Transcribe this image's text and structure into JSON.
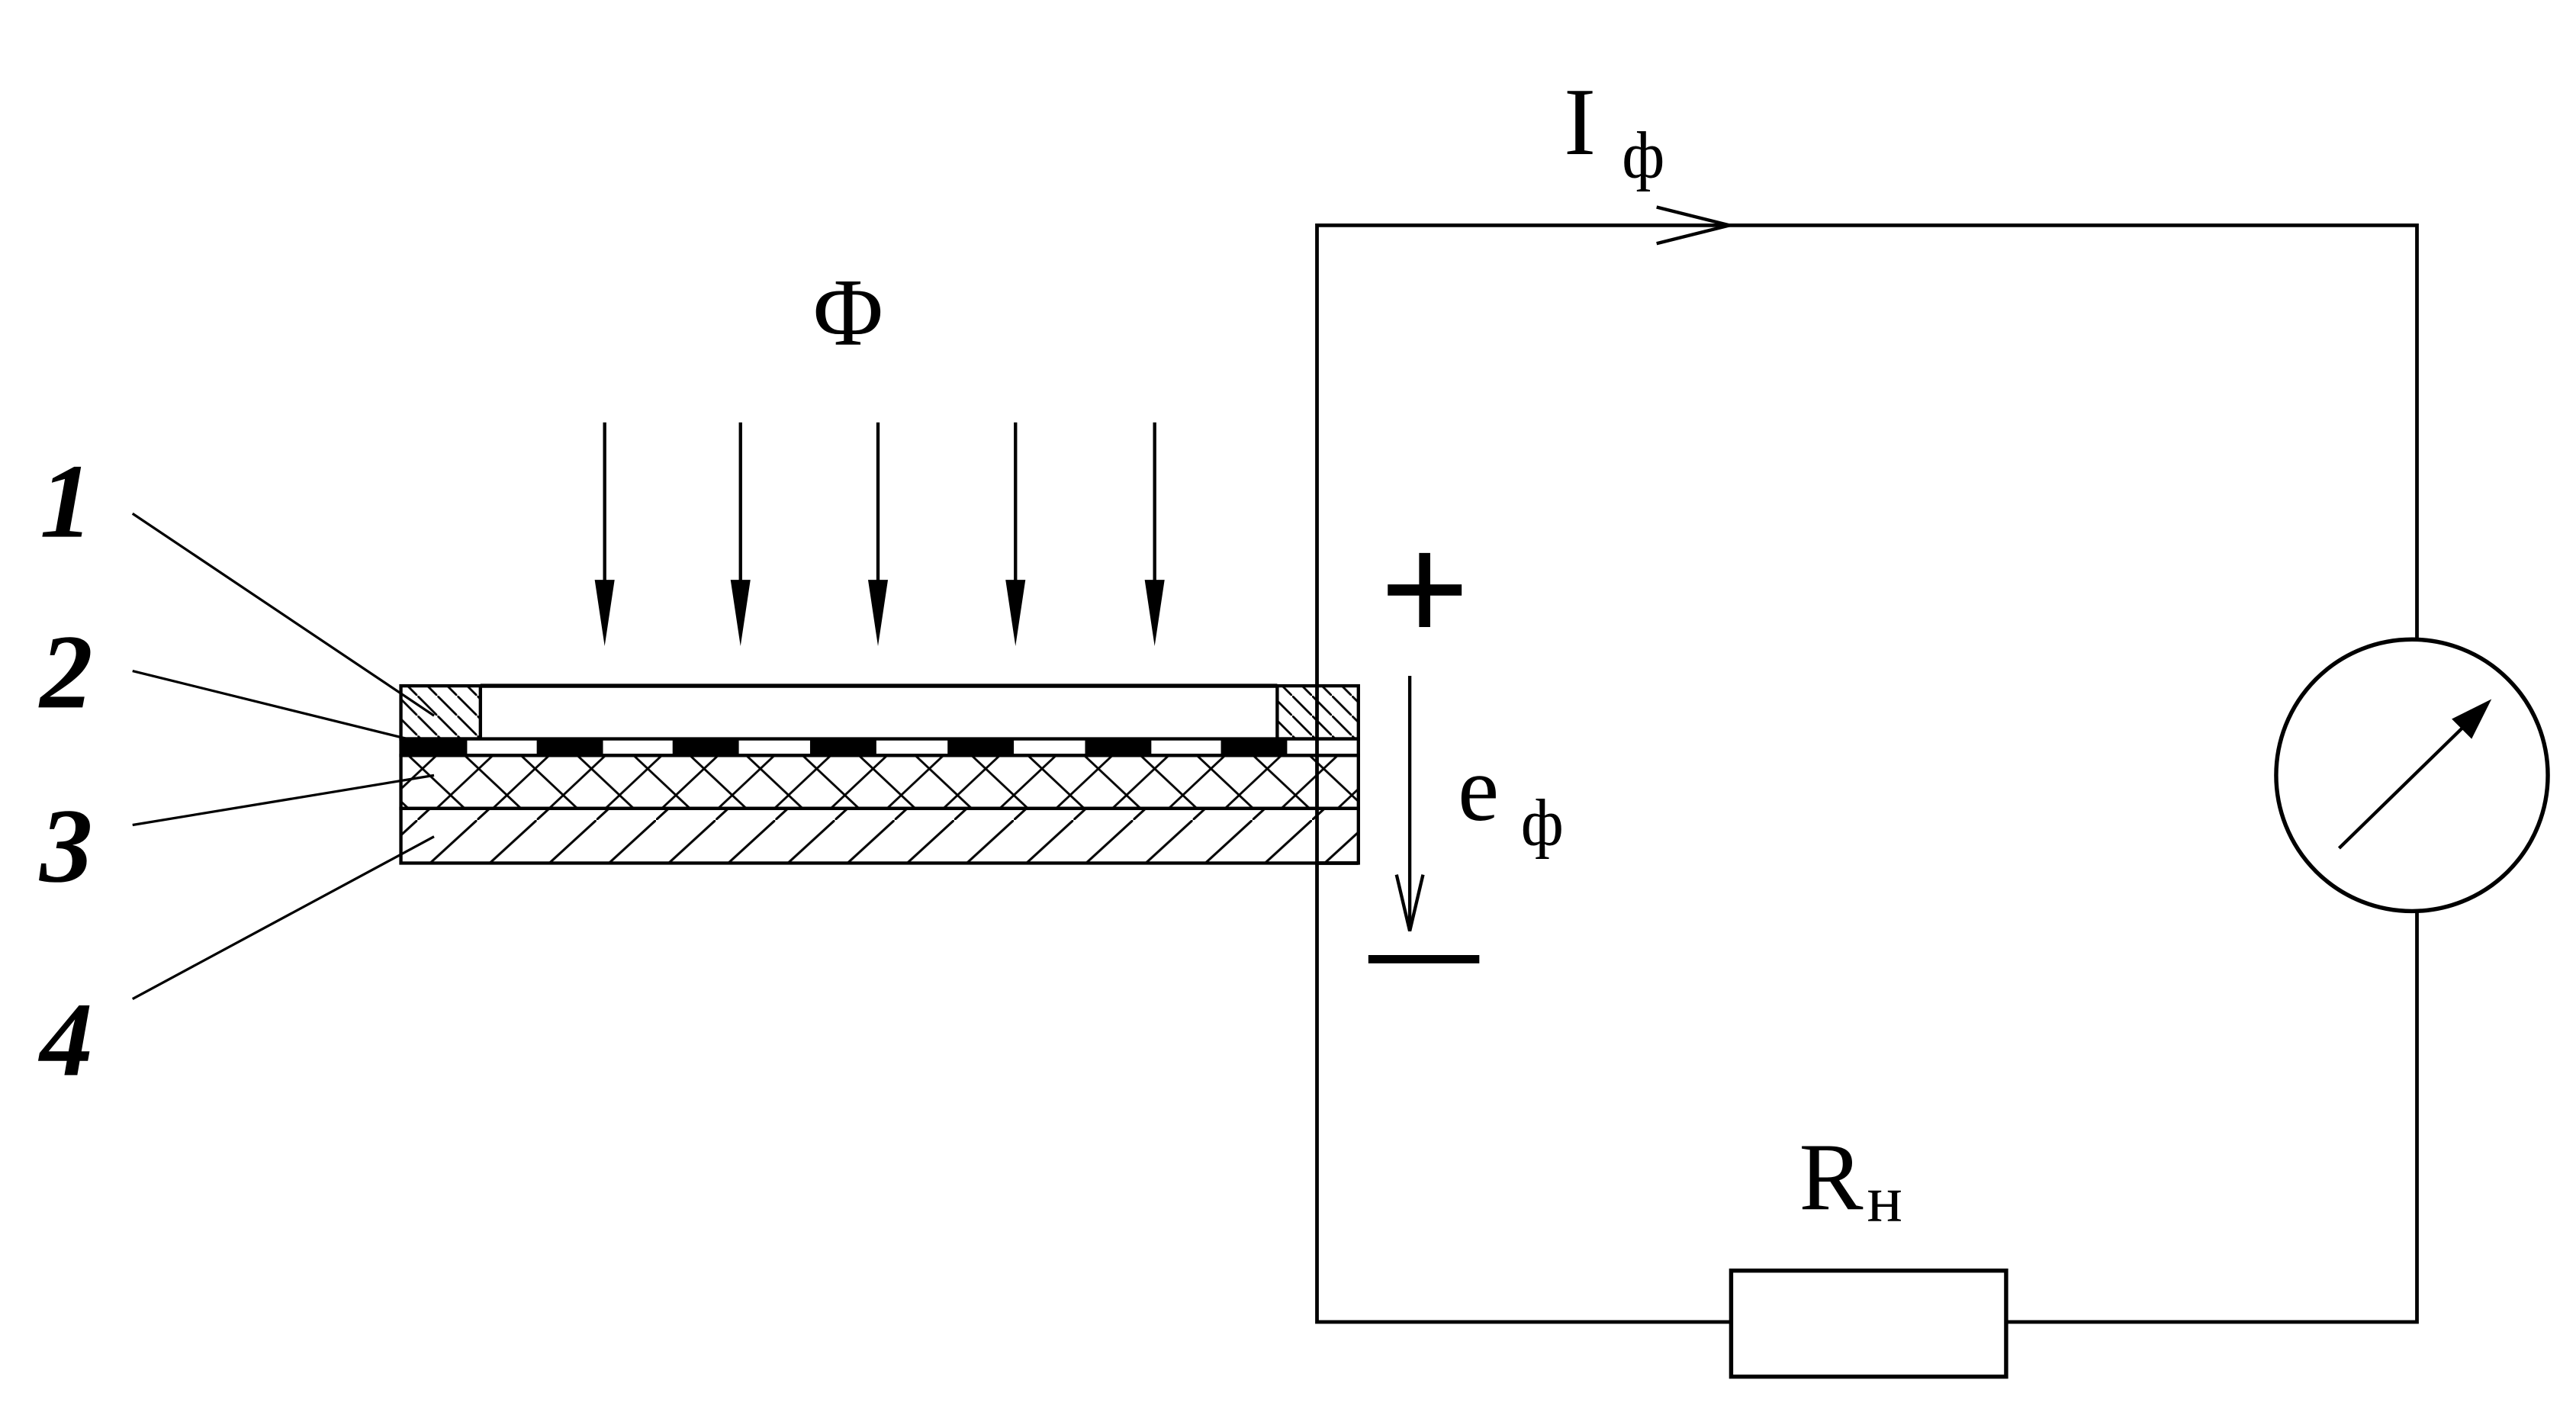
{
  "labels": {
    "flux": "Φ",
    "current_main": "I",
    "current_sub": "ф",
    "emf_main": "e",
    "emf_sub": "ф",
    "plus": "+",
    "resistor_main": "R",
    "resistor_sub": "н"
  },
  "layers": [
    {
      "number": "1"
    },
    {
      "number": "2"
    },
    {
      "number": "3"
    },
    {
      "number": "4"
    }
  ],
  "colors": {
    "ink": "#000000",
    "paper": "#ffffff"
  },
  "icons": {
    "meter": "galvanometer-icon",
    "resistor": "resistor-icon"
  }
}
